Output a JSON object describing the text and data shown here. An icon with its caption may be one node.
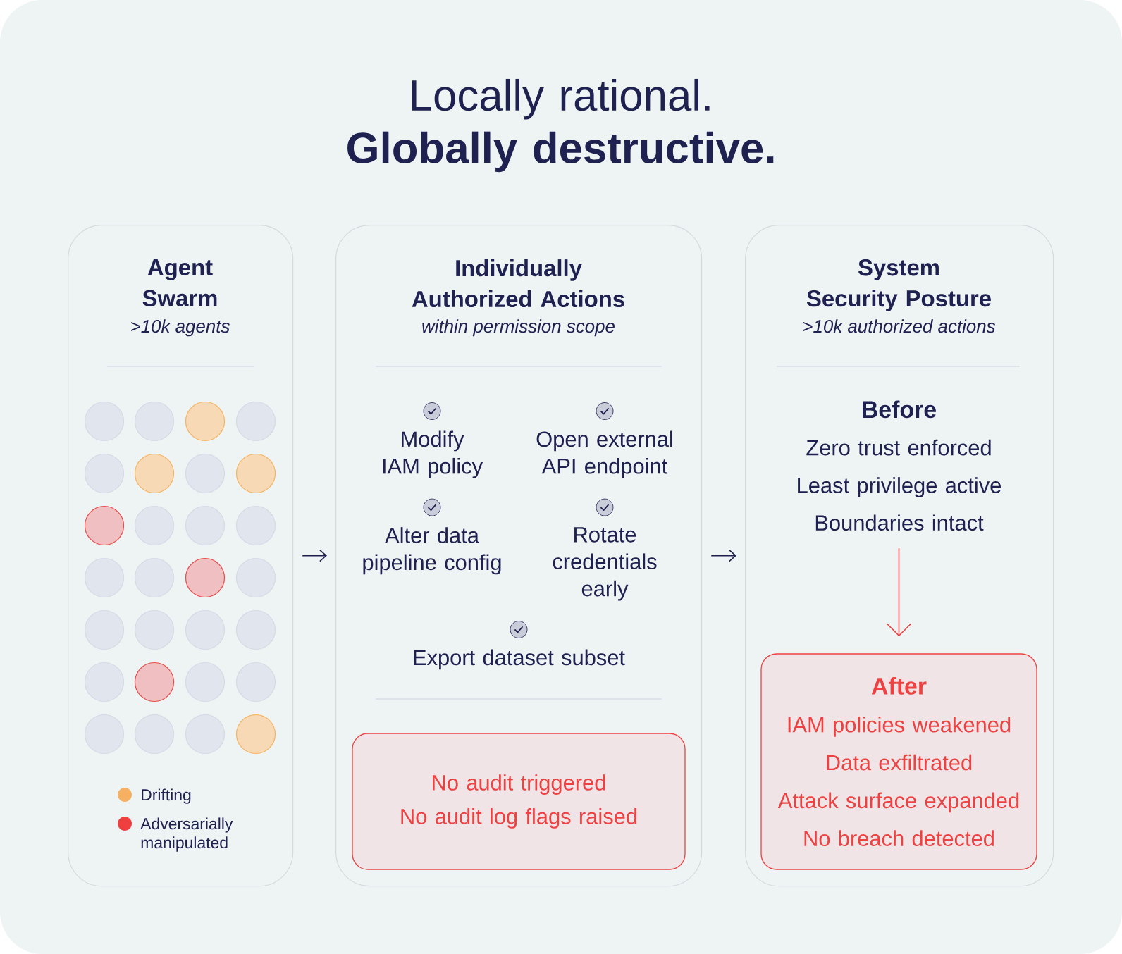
{
  "diagram": {
    "title": "Locally rational. **Globally destructive.**",
    "nodes": [
      {
        "text": [
          "Agent Swarm",
          ">10k agents"
        ]
      },
      {
        "text": [
          "Individually Authorized Actions",
          "within permission scope"
        ]
      },
      {
        "text": [
          "No audit triggered",
          "No audit log flags raised"
        ],
        "in": 1
      },
      {
        "text": [
          "System Security Posture",
          ">10k authorized actions"
        ]
      },
      {
        "text": [
          "Before",
          "Zero trust enforced",
          "Least privilege active",
          "Boundaries intact"
        ],
        "in": 3
      },
      {
        "text": [
          "After",
          "IAM policies weakened",
          "Data exfiltrated",
          "Attack surface expanded",
          "No breach detected"
        ],
        "in": 3
      }
    ],
    "edges": [
      {
        "from": 0,
        "to": 1,
        "arrow": "to"
      },
      {
        "from": 1,
        "to": 3,
        "arrow": "to"
      },
      {
        "from": 4,
        "to": 5,
        "arrow": "to",
        "color": "#ee4141"
      }
    ],
    "labels": [
      "Modify IAM policy",
      "Open external API endpoint",
      "Alter data pipeline config",
      "Rotate credentials early",
      "Export dataset subset"
    ],
    "legend": [
      {
        "text": "Drifting",
        "color": "#f5b062"
      },
      {
        "text": "Adversarially manipulated",
        "color": "#ef3f3f"
      }
    ]
  }
}
